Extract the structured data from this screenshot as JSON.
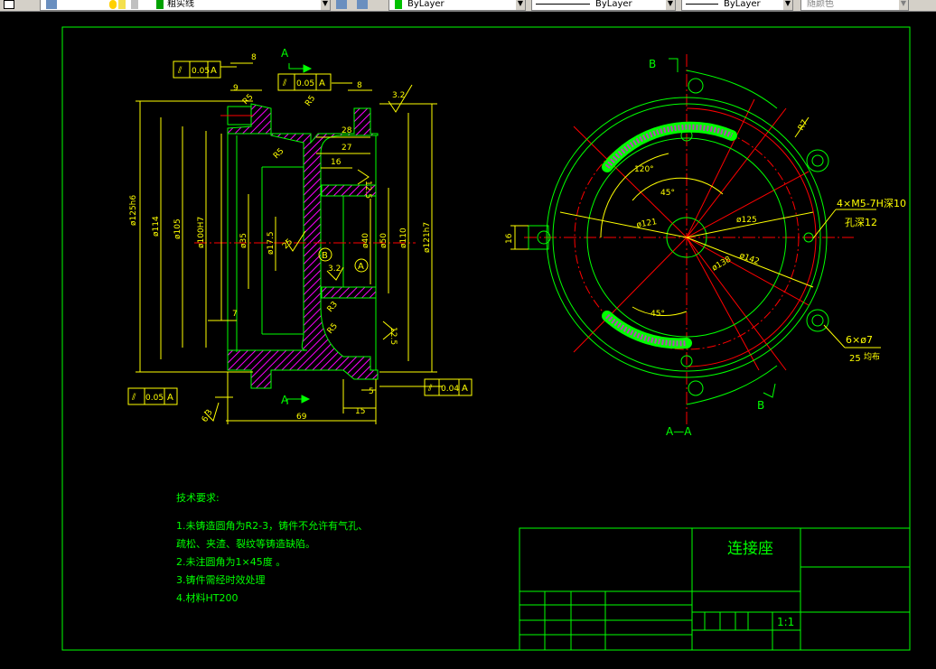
{
  "toolbar": {
    "layer_name": "粗实线",
    "color_control": "ByLayer",
    "linetype_control": "ByLayer",
    "lineweight_control": "ByLayer",
    "plotstyle_control": "随颜色"
  },
  "drawing": {
    "section_label_a": "A",
    "section_label_b": "B",
    "section_view_label": "A—A",
    "datum_a": "A",
    "datum_b": "B",
    "tol_1": "0.05",
    "tol_2": "0.05",
    "tol_3": "0.05",
    "tol_4": "0.04",
    "dims_left": {
      "d1": "8",
      "d2": "9",
      "d3": "8",
      "d4": "28",
      "d5": "27",
      "d6": "16",
      "d7": "ø125h6",
      "d8": "ø114",
      "d9": "ø105",
      "d10": "ø100H7",
      "d11": "ø35",
      "d12": "ø17.5",
      "d13": "ø40",
      "d14": "ø50",
      "d15": "ø110",
      "d16": "ø121h7",
      "d17": "7",
      "d18": "69",
      "d19": "15",
      "d20": "5",
      "r1": "R5",
      "r2": "R5",
      "r3": "R5",
      "r4": "R3",
      "r5": "R5"
    },
    "rough_values": [
      "3.2",
      "12.5",
      "25",
      "3.2",
      "12.5",
      "6.3"
    ],
    "dims_right": {
      "angle_120": "120°",
      "angle_45a": "45°",
      "angle_45b": "45°",
      "d_121": "ø121",
      "d_125": "ø125",
      "d_142": "ø142",
      "d_138": "ø138",
      "r_7": "R7",
      "d_16": "16",
      "thread_note": "4×M5-7H深10",
      "hole_depth": "孔深12",
      "holes_note": "6×ø7",
      "holes_sub": "25",
      "holes_sub2": "均布"
    },
    "tech_title": "技术要求:",
    "tech_notes": [
      "1.未铸造圆角为R2-3，铸件不允许有气孔、",
      "  疏松、夹渣、裂纹等铸造缺陷。",
      "2.未注圆角为1×45度 。",
      "3.铸件需经时效处理",
      "4.材料HT200"
    ],
    "title_block": {
      "part_name": "连接座",
      "scale": "1:1"
    }
  },
  "colors": {
    "background": "#000000",
    "frame": "#00ff00",
    "outline": "#00ff00",
    "dimension": "#ffff00",
    "center": "#ff0000",
    "hatch": "#ff00ff",
    "text_green": "#00ff00",
    "toolbar": "#d4d0c8"
  }
}
